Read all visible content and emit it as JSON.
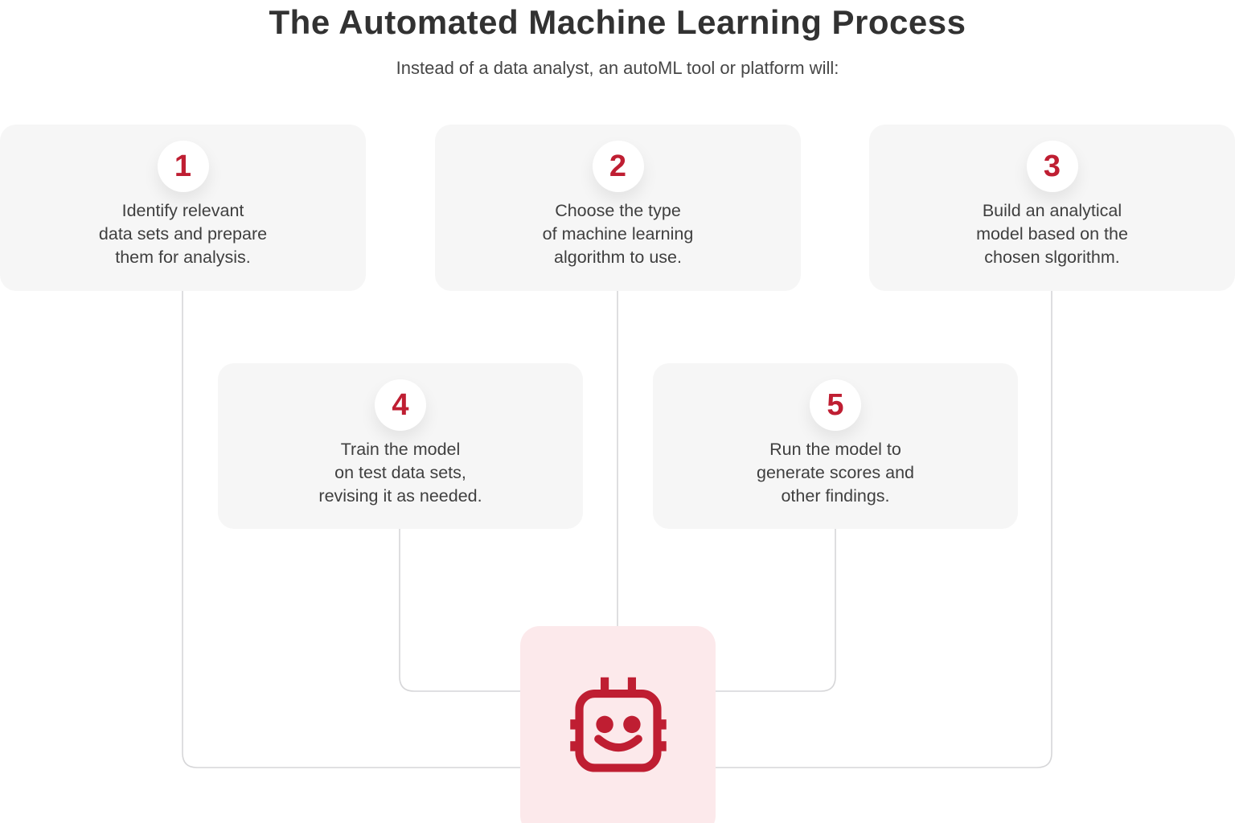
{
  "header": {
    "title": "The Automated Machine Learning Process",
    "subtitle": "Instead of a data analyst, an autoML tool or platform will:"
  },
  "steps": [
    {
      "number": "1",
      "lines": [
        "Identify relevant",
        "data sets and prepare",
        "them for analysis."
      ]
    },
    {
      "number": "2",
      "lines": [
        "Choose the type",
        "of machine learning",
        "algorithm to use."
      ]
    },
    {
      "number": "3",
      "lines": [
        "Build an analytical",
        "model based on the",
        "chosen slgorithm."
      ]
    },
    {
      "number": "4",
      "lines": [
        "Train the model",
        "on test data sets,",
        "revising it as needed."
      ]
    },
    {
      "number": "5",
      "lines": [
        "Run the model to",
        "generate scores and",
        "other findings."
      ]
    }
  ],
  "icon": {
    "name": "robot-icon"
  },
  "colors": {
    "accent-red": "#bf1e32",
    "card-gray": "#f6f6f6",
    "line-gray": "#d6d6d8",
    "pink-bg": "#fce9eb",
    "text-dark": "#3f3f3f",
    "title-dark": "#323232"
  }
}
